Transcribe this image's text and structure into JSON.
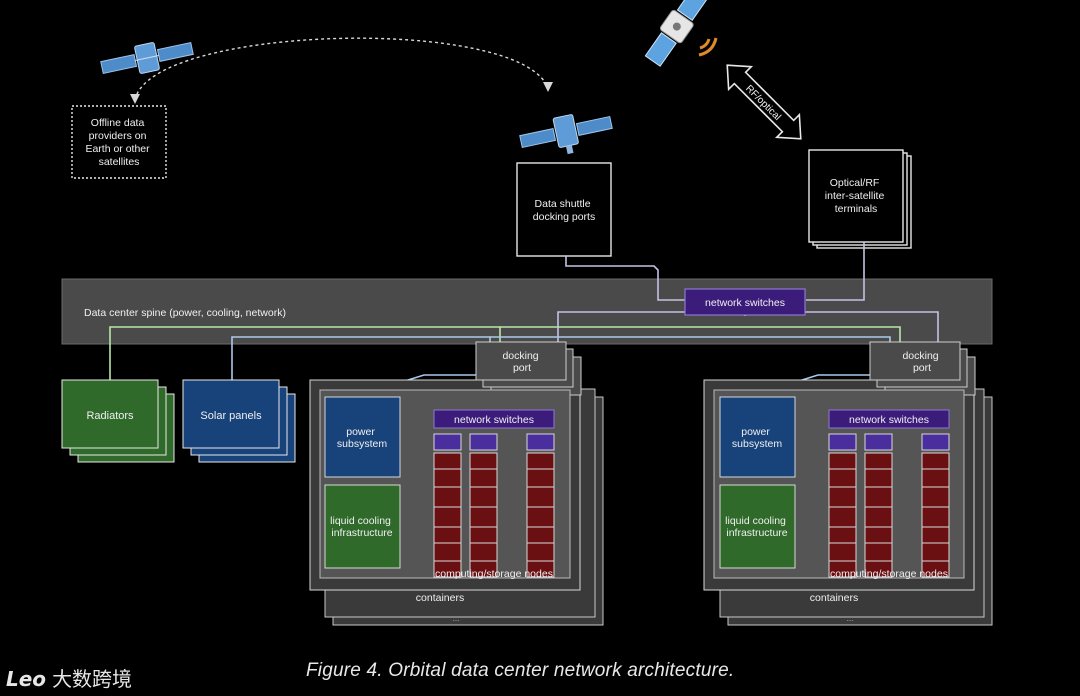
{
  "nodes": {
    "offline_providers": [
      "Offline data",
      "providers on",
      "Earth or other",
      "satellites"
    ],
    "data_shuttle": [
      "Data shuttle",
      "docking ports"
    ],
    "optical_terminals": [
      "Optical/RF",
      "inter-satellite",
      "terminals"
    ],
    "rf_optical_arrow": "RF/optical",
    "spine": "Data center spine (power, cooling, network)",
    "spine_switches": "network switches",
    "radiators": "Radiators",
    "solar_panels": "Solar panels"
  },
  "containers": [
    {
      "docking_port": [
        "docking",
        "port"
      ],
      "power": [
        "power",
        "subsystem"
      ],
      "cooling": [
        "liquid cooling",
        "infrastructure"
      ],
      "switches": "network switches",
      "nodes_label": "computing/storage nodes",
      "containers_label": "containers",
      "ellipsis": "..."
    },
    {
      "docking_port": [
        "docking",
        "port"
      ],
      "power": [
        "power",
        "subsystem"
      ],
      "cooling": [
        "liquid cooling",
        "infrastructure"
      ],
      "switches": "network switches",
      "nodes_label": "computing/storage nodes",
      "containers_label": "containers",
      "ellipsis": "..."
    }
  ],
  "caption": "Figure 4. Orbital data center network architecture.",
  "watermark": {
    "mark": "Leo",
    "text": "大数跨境"
  },
  "colors": {
    "background": "#000000",
    "spine": "#4a4a4a",
    "switch_fill": "#3b1c7a",
    "power_fill": "#17427a",
    "cooling_fill": "#2f6a2a",
    "node_fill": "#6a0f12",
    "node_top": "#4b2e9e",
    "green_line": "#b8e6a8",
    "blue_line": "#a9c9ea",
    "lavender_line": "#c7bfe6"
  }
}
